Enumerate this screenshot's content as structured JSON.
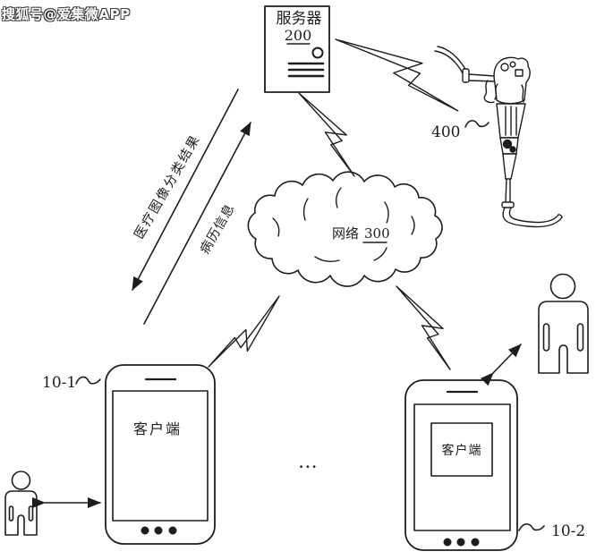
{
  "watermark": {
    "text": "搜狐号@爱集微APP"
  },
  "server": {
    "title": "服务器",
    "ref": "200"
  },
  "network": {
    "title": "网络",
    "ref": "300"
  },
  "endoscope": {
    "ref": "400"
  },
  "clients": {
    "left": {
      "screen_label": "客户端",
      "ref": "10-1"
    },
    "right": {
      "screen_label": "客户端",
      "ref": "10-2"
    },
    "ellipsis": "..."
  },
  "links": {
    "server_to_client_label": "医疗图像分类结果",
    "client_to_server_label": "病历信息"
  },
  "colors": {
    "ink": "#1d1d1d",
    "background": "#ffffff"
  }
}
